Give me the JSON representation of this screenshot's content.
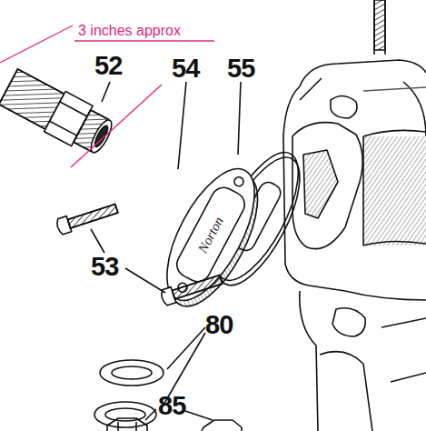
{
  "diagram": {
    "labels": [
      "3 inches approx",
      "52",
      "54",
      "55",
      "53",
      "80",
      "85",
      "Norton"
    ]
  }
}
